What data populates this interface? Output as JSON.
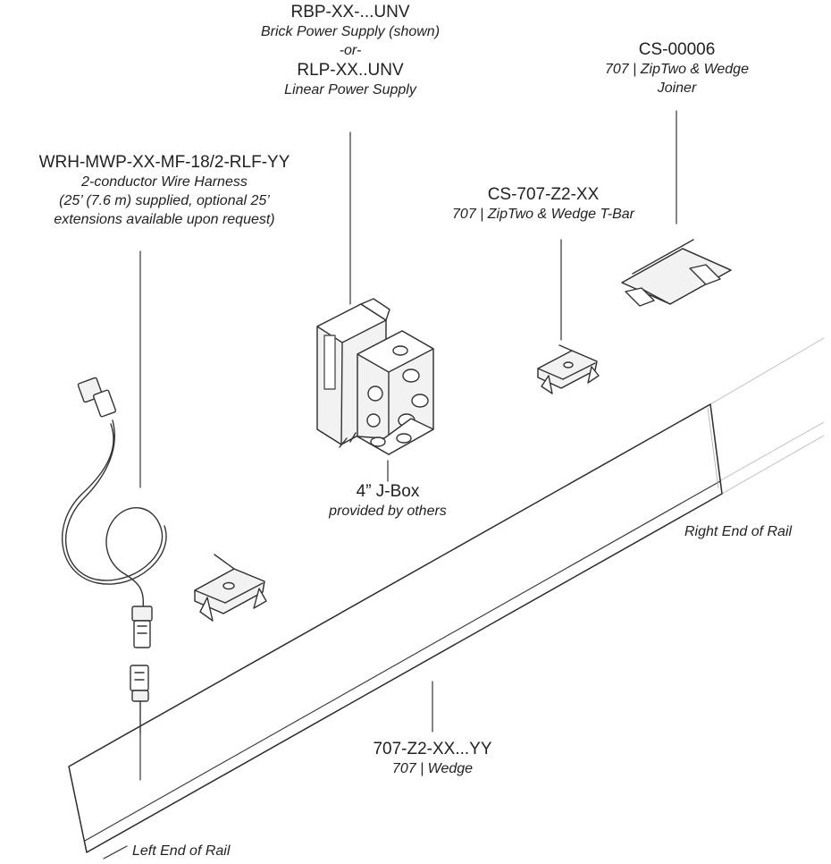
{
  "labels": {
    "power_supply": {
      "code": "RBP-XX-...UNV",
      "desc1": "Brick Power Supply (shown)",
      "or": "-or-",
      "code2": "RLP-XX..UNV",
      "desc2": "Linear Power Supply"
    },
    "joiner": {
      "code": "CS-00006",
      "desc1": "707 | ZipTwo & Wedge",
      "desc2": "Joiner"
    },
    "harness": {
      "code": "WRH-MWP-XX-MF-18/2-RLF-YY",
      "desc1": "2-conductor Wire Harness",
      "desc2": "(25’ (7.6 m) supplied, optional 25’",
      "desc3": "extensions available upon request)"
    },
    "tbar": {
      "code": "CS-707-Z2-XX",
      "desc": "707 | ZipTwo & Wedge T-Bar"
    },
    "jbox": {
      "code": "4” J-Box",
      "desc": "provided by others"
    },
    "rail": {
      "code": "707-Z2-XX...YY",
      "desc": "707 | Wedge"
    },
    "right_end": "Right End of Rail",
    "left_end": "Left End of Rail"
  },
  "colors": {
    "line": "#333333",
    "part_fill": "#f2f2f2",
    "part_stroke": "#2b2b2b",
    "ghost": "#c8c8c8"
  }
}
